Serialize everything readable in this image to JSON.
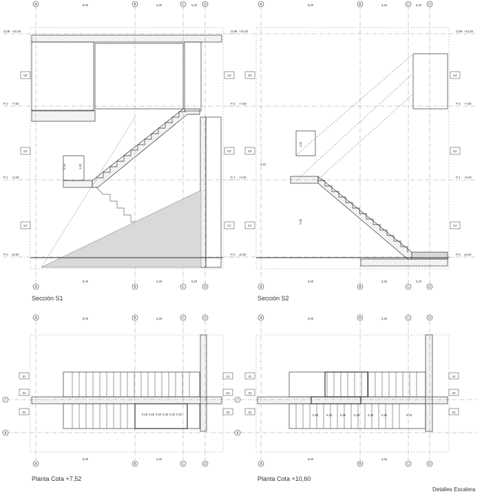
{
  "captions": {
    "section_s1": "Sección S1",
    "section_s2": "Sección S2",
    "plan_752": "Planta Cota +7,52",
    "plan_1060": "Planta Cota +10,60",
    "sheet_title": "Detalles Escalera"
  },
  "grid_axes": [
    "A",
    "B",
    "C",
    "D"
  ],
  "row_axes": [
    "7",
    "8"
  ],
  "axis_spacing": [
    "9,00",
    "3,25",
    "0,20"
  ],
  "levels": {
    "cub": "CUB",
    "p2": "P 2",
    "p1": "P 1",
    "p0": "P 0",
    "cub_elev": "+10,30",
    "p2_elev": "+7,50",
    "p1_elev": "+3,40",
    "p0_elev": "±0,00"
  },
  "section_marks": [
    "S1",
    "S2",
    "S3"
  ],
  "section_tags": [
    "S3'",
    "S2'",
    "S1'"
  ],
  "tread": "0,25",
  "dims": {
    "h_total": "2,90",
    "h_mid": "1,05",
    "h_low": "0,10",
    "rail": "1,00",
    "w_stair": "0,75",
    "landing": "0,15"
  },
  "colors": {
    "line": "#333333",
    "hatch": "#b8b8b8",
    "fill": "#d9d9d9",
    "grid": "#666666"
  }
}
